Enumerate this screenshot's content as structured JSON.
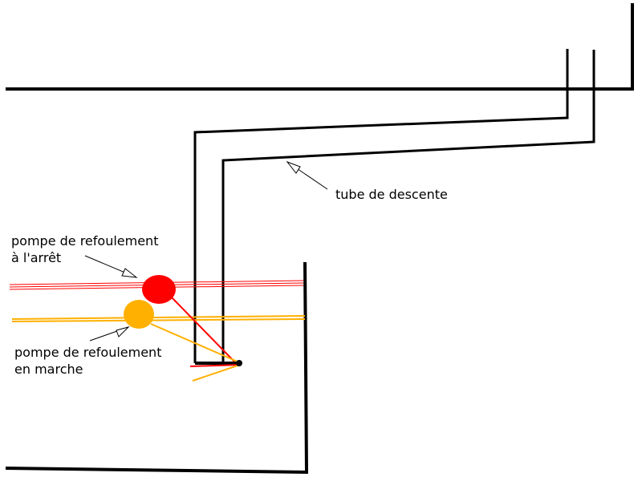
{
  "labels": {
    "descent_tube": "tube de descente",
    "pump_stopped_line1": "pompe de refoulement",
    "pump_stopped_line2": "à l'arrêt",
    "pump_running_line1": "pompe de refoulement",
    "pump_running_line2": "en marche"
  },
  "colors": {
    "structure": "#000000",
    "pump_stopped": "#ff0000",
    "pump_running": "#ffb000"
  }
}
